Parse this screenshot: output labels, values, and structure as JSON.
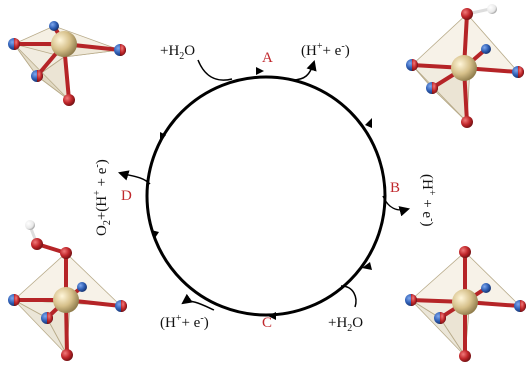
{
  "colors": {
    "step_label": "#c0282d",
    "cycle": "#000000",
    "oxygen": "#b01e1e",
    "metal": "#d8c89a",
    "dopant_blue": "#2a5db0",
    "hydrogen": "#f2f2f2",
    "polyhedron": "#e6dcc6"
  },
  "steps": {
    "a": "A",
    "b": "B",
    "c": "C",
    "d": "D"
  },
  "labels": {
    "a_in_prefix": "+H",
    "a_in_sub": "2",
    "a_in_suffix": "O",
    "a_out_open": "(H",
    "a_out_sup": "+",
    "a_out_mid": "+ e",
    "a_out_sup2": "-",
    "a_out_close": ")",
    "b_out_open": "(H",
    "b_out_sup": "+",
    "b_out_mid": " + e",
    "b_out_sup2": "-",
    "b_out_close": ")",
    "c_in_prefix": "+H",
    "c_in_sub": "2",
    "c_in_suffix": "O",
    "c_out_open": "(H",
    "c_out_sup": "+",
    "c_out_mid": "+ e",
    "c_out_sup2": "-",
    "c_out_close": ")",
    "d_out_o": "O",
    "d_out_sub": "2",
    "d_out_open": "+(H",
    "d_out_sup": "+",
    "d_out_mid": " + e",
    "d_out_sup2": "-",
    "d_out_close": ")"
  },
  "icons": {
    "top_left": "octahedral-metal-site-icon",
    "top_right": "adsorbed-OH-site-icon",
    "bottom_left": "adsorbed-OOH-site-icon",
    "bottom_right": "adsorbed-O-site-icon"
  }
}
